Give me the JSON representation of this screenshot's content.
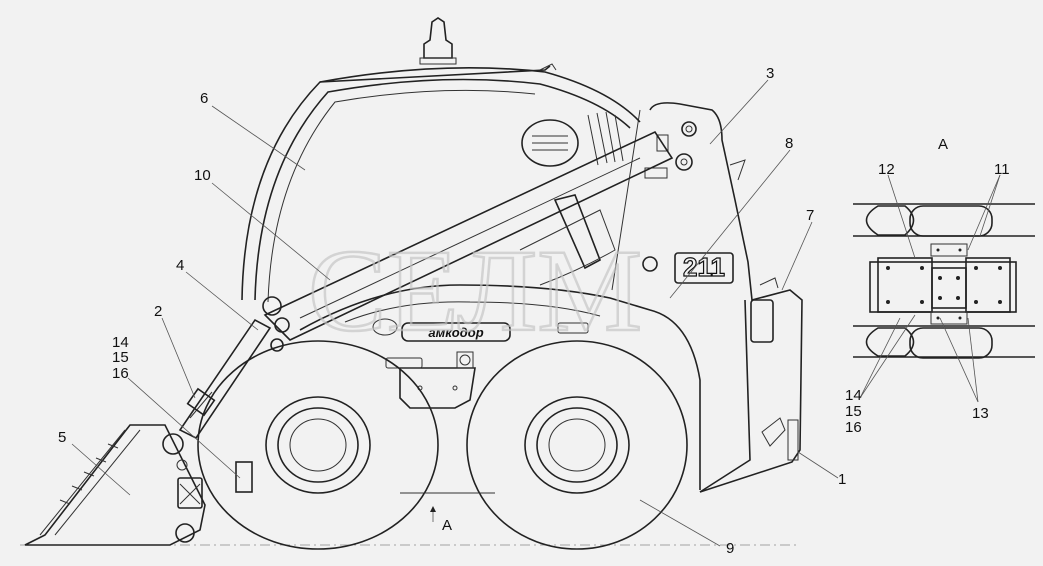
{
  "watermark": "СЕЛМ",
  "brand_text": "амкодор",
  "model_number": "211",
  "section_view_label": "А",
  "section_arrow_label": "А",
  "callouts": {
    "c1": "1",
    "c2": "2",
    "c3": "3",
    "c4": "4",
    "c5": "5",
    "c6": "6",
    "c7": "7",
    "c8": "8",
    "c9": "9",
    "c10": "10",
    "c11": "11",
    "c12": "12",
    "c13": "13",
    "c14": "14",
    "c15": "15",
    "c16": "16",
    "d14": "14",
    "d15": "15",
    "d16": "16"
  }
}
